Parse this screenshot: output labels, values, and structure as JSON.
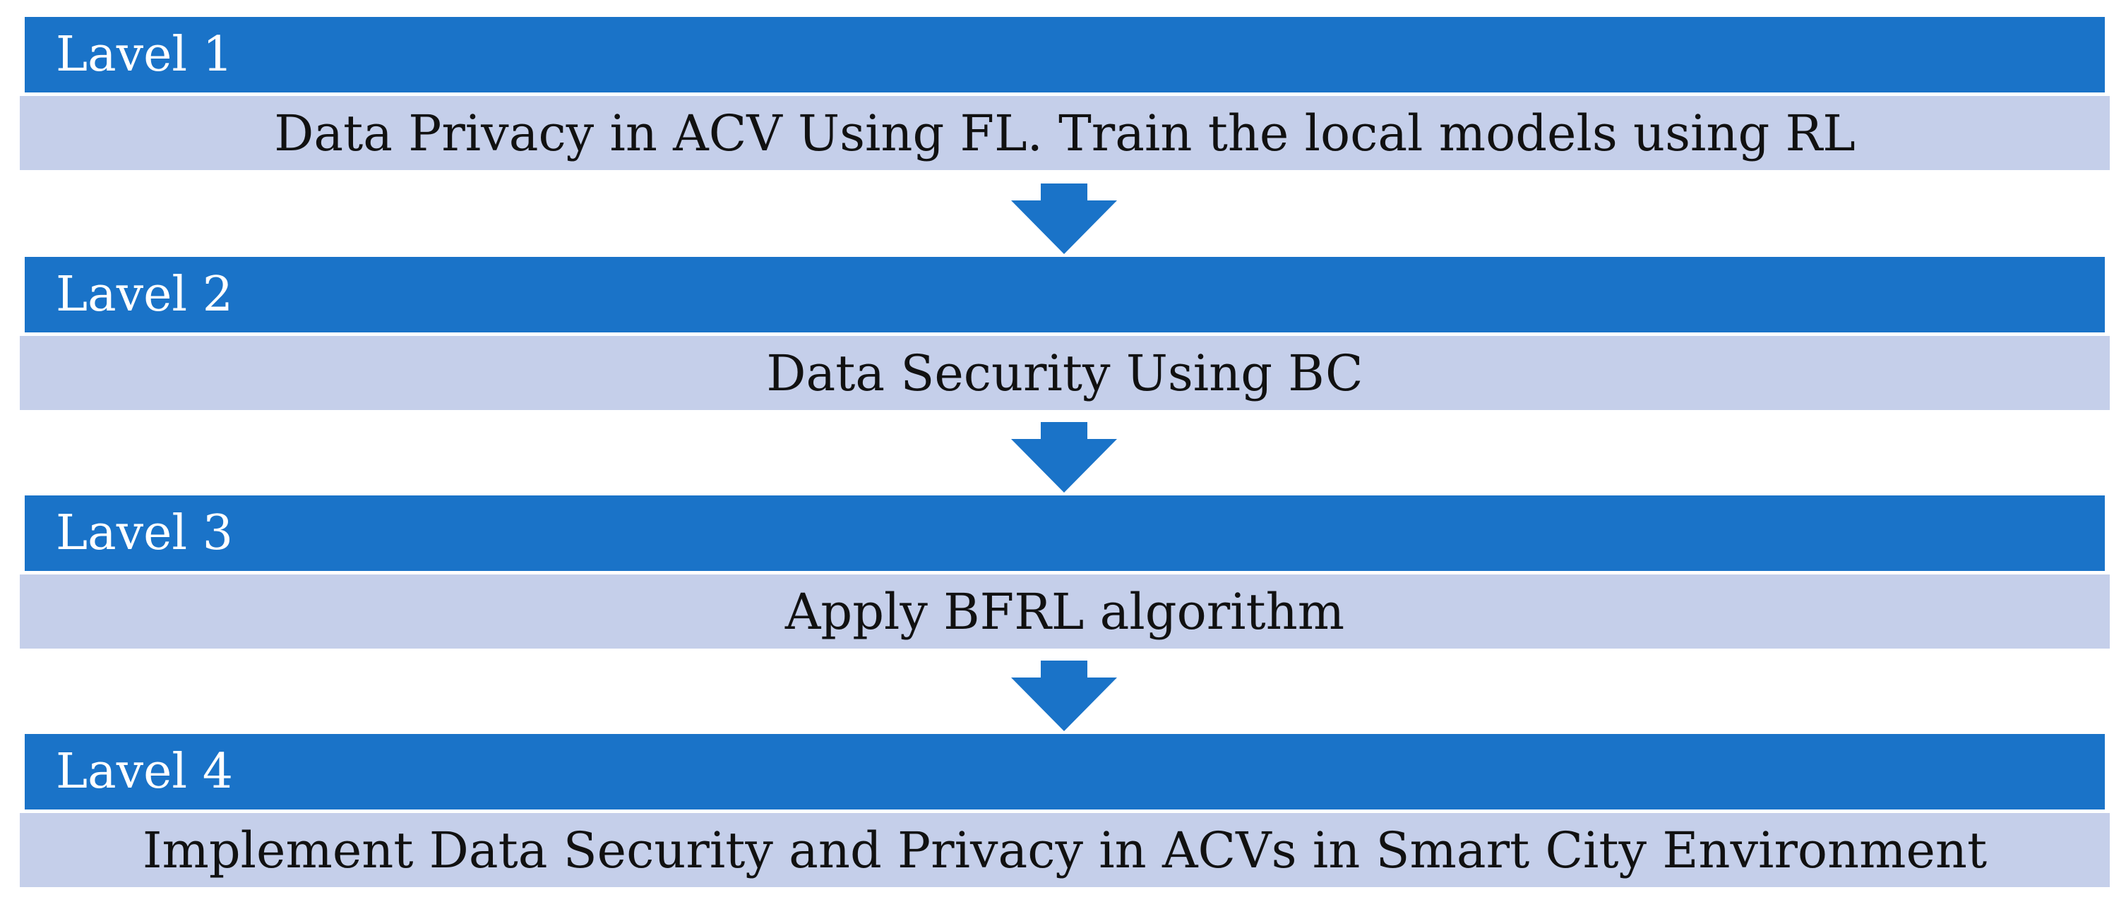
{
  "colors": {
    "header_fill": "#1a73c8",
    "body_fill": "#c5cfea",
    "arrow_fill": "#1a73c8",
    "header_text": "#ffffff",
    "body_text": "#111111"
  },
  "levels": [
    {
      "title": "Lavel 1",
      "text": "Data Privacy in ACV Using FL. Train the local models using RL"
    },
    {
      "title": "Lavel 2",
      "text": "Data Security Using BC"
    },
    {
      "title": "Lavel 3",
      "text": "Apply BFRL algorithm"
    },
    {
      "title": "Lavel 4",
      "text": "Implement Data Security and Privacy in ACVs in Smart City Environment"
    }
  ]
}
